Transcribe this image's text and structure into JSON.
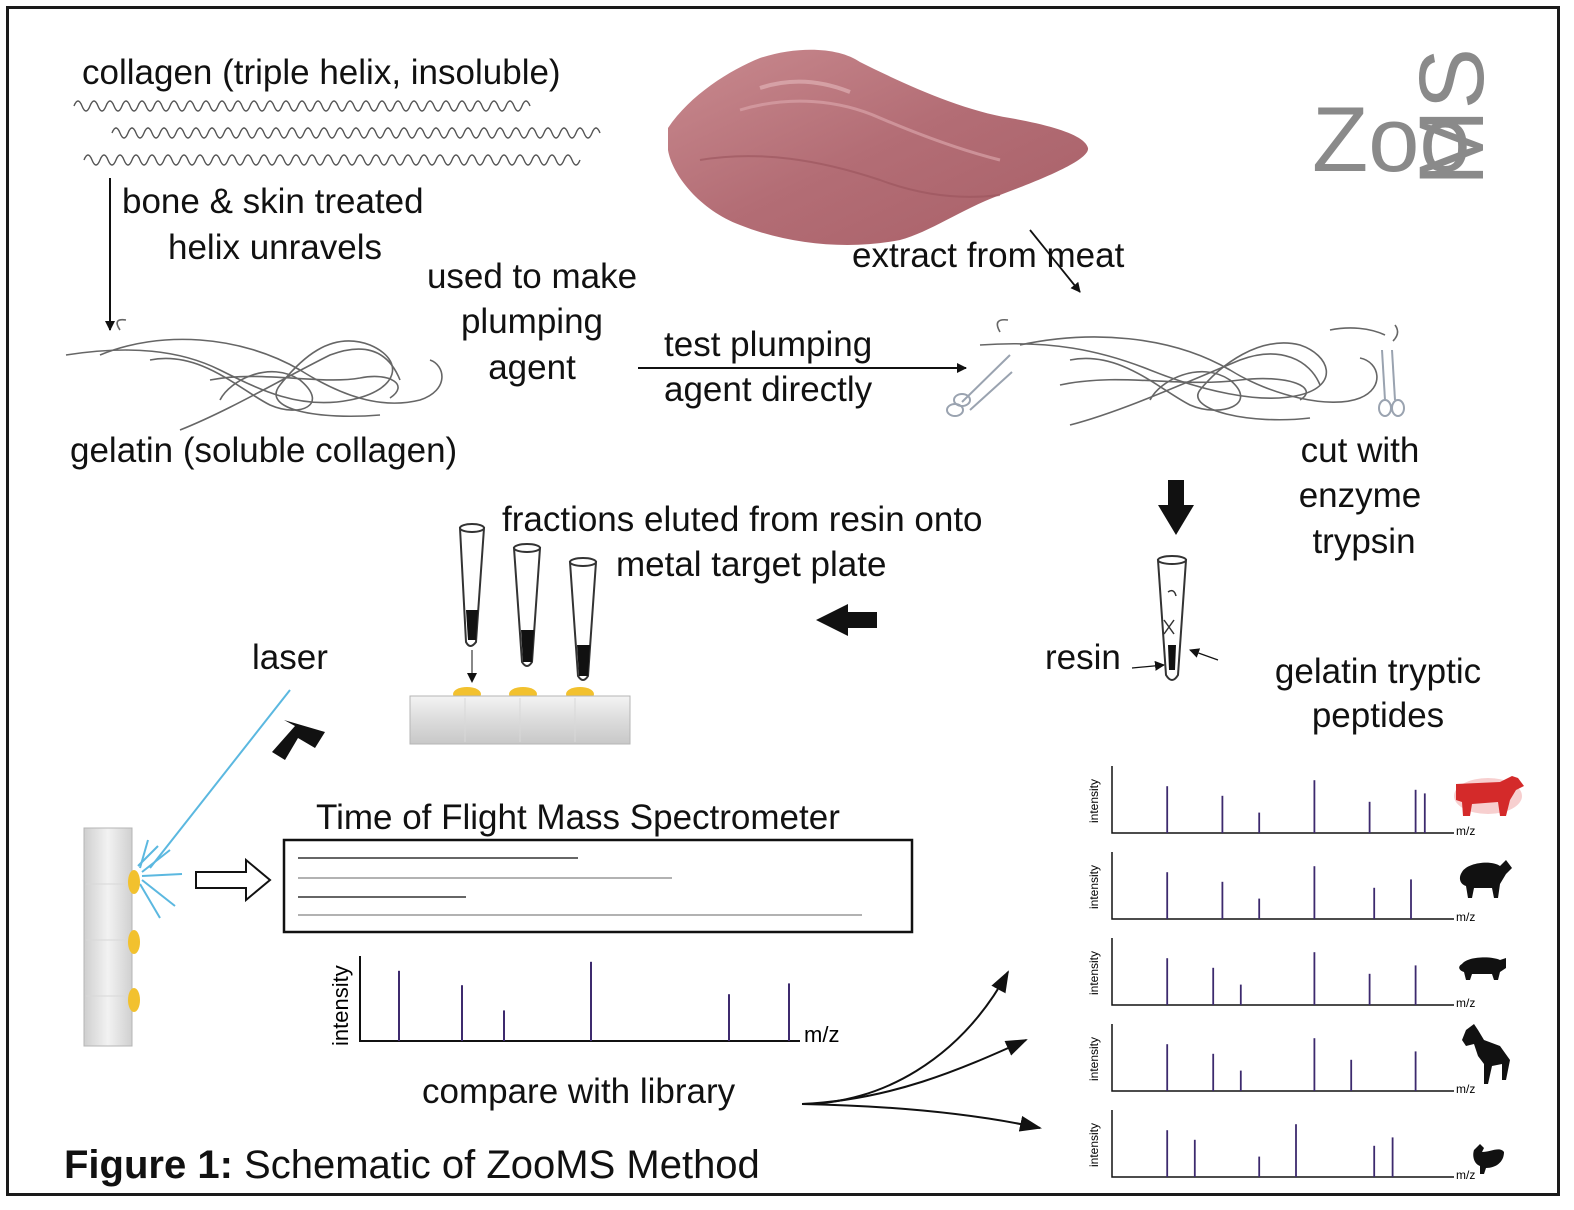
{
  "labels": {
    "collagen": "collagen (triple helix, insoluble)",
    "bone_skin_1": "bone & skin treated",
    "bone_skin_2": "helix unravels",
    "used_to_make_1": "used to make",
    "used_to_make_2": "plumping",
    "used_to_make_3": "agent",
    "extract": "extract from meat",
    "test_1": "test plumping",
    "test_2": "agent directly",
    "gelatin": "gelatin (soluble collagen)",
    "cut_1": "cut with",
    "cut_2": "enzyme",
    "cut_3": "trypsin",
    "fractions_1": "fractions eluted from resin onto",
    "fractions_2": "metal target plate",
    "laser": "laser",
    "resin": "resin",
    "tryptic_1": "gelatin tryptic",
    "tryptic_2": "peptides",
    "tof": "Time of Flight Mass Spectrometer",
    "compare": "compare with library"
  },
  "logo": {
    "part1": "Zoo",
    "part2": "MS"
  },
  "caption": {
    "bold": "Figure 1:",
    "rest": " Schematic of ZooMS Method"
  },
  "colors": {
    "spectrum_line": "#3d2a6e",
    "laser": "#5bb8e0",
    "cow": "#d42a2a",
    "gold": "#f2c12e"
  },
  "icons": [
    "cow-icon",
    "sheep-icon",
    "pig-icon",
    "horse-icon",
    "chicken-icon",
    "scissors-icon",
    "meat-image",
    "test-tube-icon"
  ],
  "spectra": {
    "ylabel": "intensity",
    "xlabel": "m/z",
    "main_peaks": [
      {
        "x": 0.13,
        "h": 0.78
      },
      {
        "x": 0.34,
        "h": 0.62
      },
      {
        "x": 0.48,
        "h": 0.34
      },
      {
        "x": 0.77,
        "h": 0.88
      },
      {
        "x": 1.23,
        "h": 0.52
      },
      {
        "x": 1.43,
        "h": 0.64
      }
    ],
    "library": [
      {
        "animal": "cow",
        "peaks": [
          [
            0.12,
            0.78
          ],
          [
            0.24,
            0.62
          ],
          [
            0.32,
            0.34
          ],
          [
            0.44,
            0.88
          ],
          [
            0.56,
            0.52
          ],
          [
            0.66,
            0.72
          ],
          [
            0.68,
            0.66
          ]
        ]
      },
      {
        "animal": "sheep",
        "peaks": [
          [
            0.12,
            0.78
          ],
          [
            0.24,
            0.62
          ],
          [
            0.32,
            0.34
          ],
          [
            0.44,
            0.88
          ],
          [
            0.57,
            0.52
          ],
          [
            0.65,
            0.66
          ]
        ]
      },
      {
        "animal": "pig",
        "peaks": [
          [
            0.12,
            0.78
          ],
          [
            0.22,
            0.62
          ],
          [
            0.28,
            0.34
          ],
          [
            0.44,
            0.88
          ],
          [
            0.56,
            0.52
          ],
          [
            0.66,
            0.66
          ]
        ]
      },
      {
        "animal": "horse",
        "peaks": [
          [
            0.12,
            0.78
          ],
          [
            0.22,
            0.62
          ],
          [
            0.28,
            0.34
          ],
          [
            0.44,
            0.88
          ],
          [
            0.52,
            0.52
          ],
          [
            0.66,
            0.66
          ]
        ]
      },
      {
        "animal": "chicken",
        "peaks": [
          [
            0.12,
            0.78
          ],
          [
            0.18,
            0.62
          ],
          [
            0.32,
            0.34
          ],
          [
            0.4,
            0.88
          ],
          [
            0.57,
            0.52
          ],
          [
            0.61,
            0.66
          ]
        ]
      }
    ]
  }
}
